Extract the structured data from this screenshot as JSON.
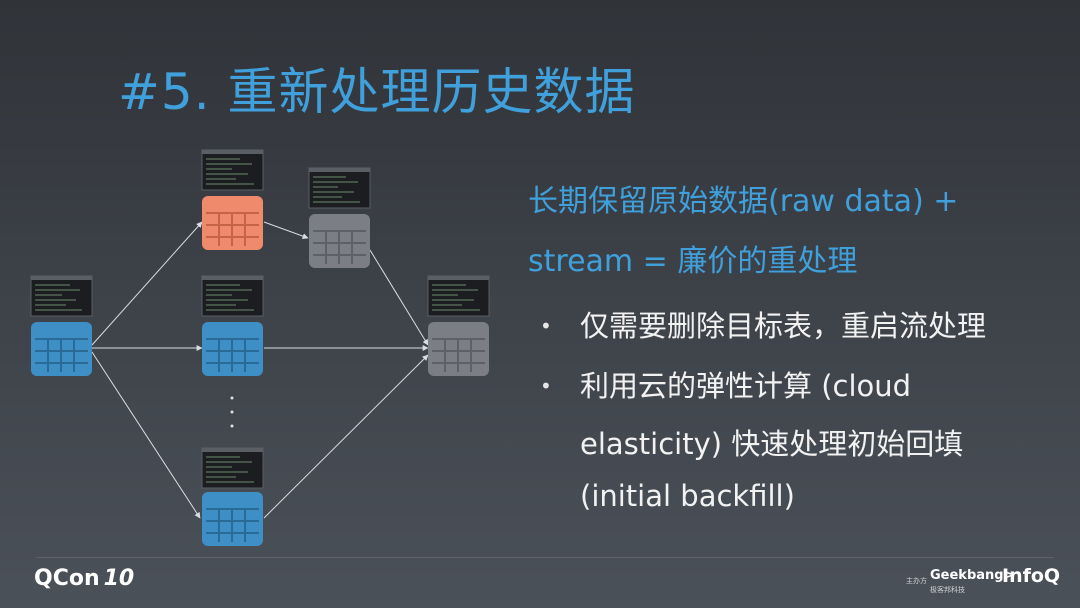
{
  "slide": {
    "title": "#5. 重新处理历史数据",
    "headline_line1": "长期保留原始数据(raw data) +",
    "headline_line2": "stream = 廉价的重处理",
    "bullets": [
      {
        "lines": [
          "仅需要删除目标表，重启流处理"
        ]
      },
      {
        "lines": [
          "利用云的弹性计算 (cloud",
          "elasticity) 快速处理初始回填",
          "(initial backfill)"
        ]
      }
    ],
    "diagram": {
      "ellipsis": "· · ·",
      "colors": {
        "source": "#3d8fc6",
        "active": "#ef8a6c",
        "output": "#7b7e84",
        "line": "#d9dde2"
      }
    }
  },
  "footer": {
    "brand": "QCon",
    "brand_mark": "10",
    "sponsor_small": "主办方",
    "geekbang": "Geekbang>",
    "geekbang_sub": "极客邦科技",
    "infoq": "InfoQ"
  }
}
